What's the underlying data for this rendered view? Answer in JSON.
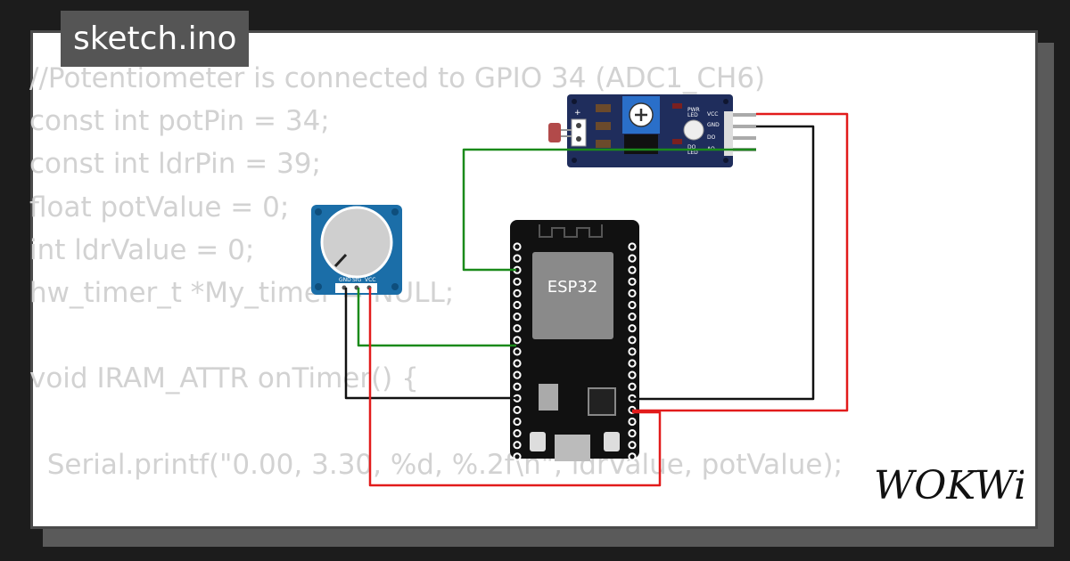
{
  "title": "sketch.ino",
  "code_lines": [
    "//Potentiometer is connected to GPIO 34 (ADC1_CH6)",
    "const int potPin = 34;",
    "const int ldrPin = 39;",
    "float potValue = 0;",
    "int ldrValue = 0;",
    "hw_timer_t *My_timer = NULL;",
    "",
    "void IRAM_ATTR onTimer() {",
    "",
    "  Serial.printf(\"0.00, 3.30, %d, %.2f\\n\", ldrValue, potValue);"
  ],
  "board": {
    "label": "ESP32"
  },
  "potentiometer": {
    "pins": [
      "GND",
      "SIG",
      "VCC"
    ]
  },
  "ldr_module": {
    "pwr_label": "PWR",
    "led_label": "LED",
    "do_led_label": "DO",
    "plus": "+",
    "pins": [
      "VCC",
      "GND",
      "DO",
      "AO"
    ]
  },
  "brand": "WOKWi",
  "colors": {
    "wire_green": "#1a8a1a",
    "wire_black": "#111111",
    "wire_red": "#e21b1b",
    "module_blue": "#1f2d5c",
    "pot_blue": "#1b6ea8",
    "code_text": "#d2d2d2"
  }
}
